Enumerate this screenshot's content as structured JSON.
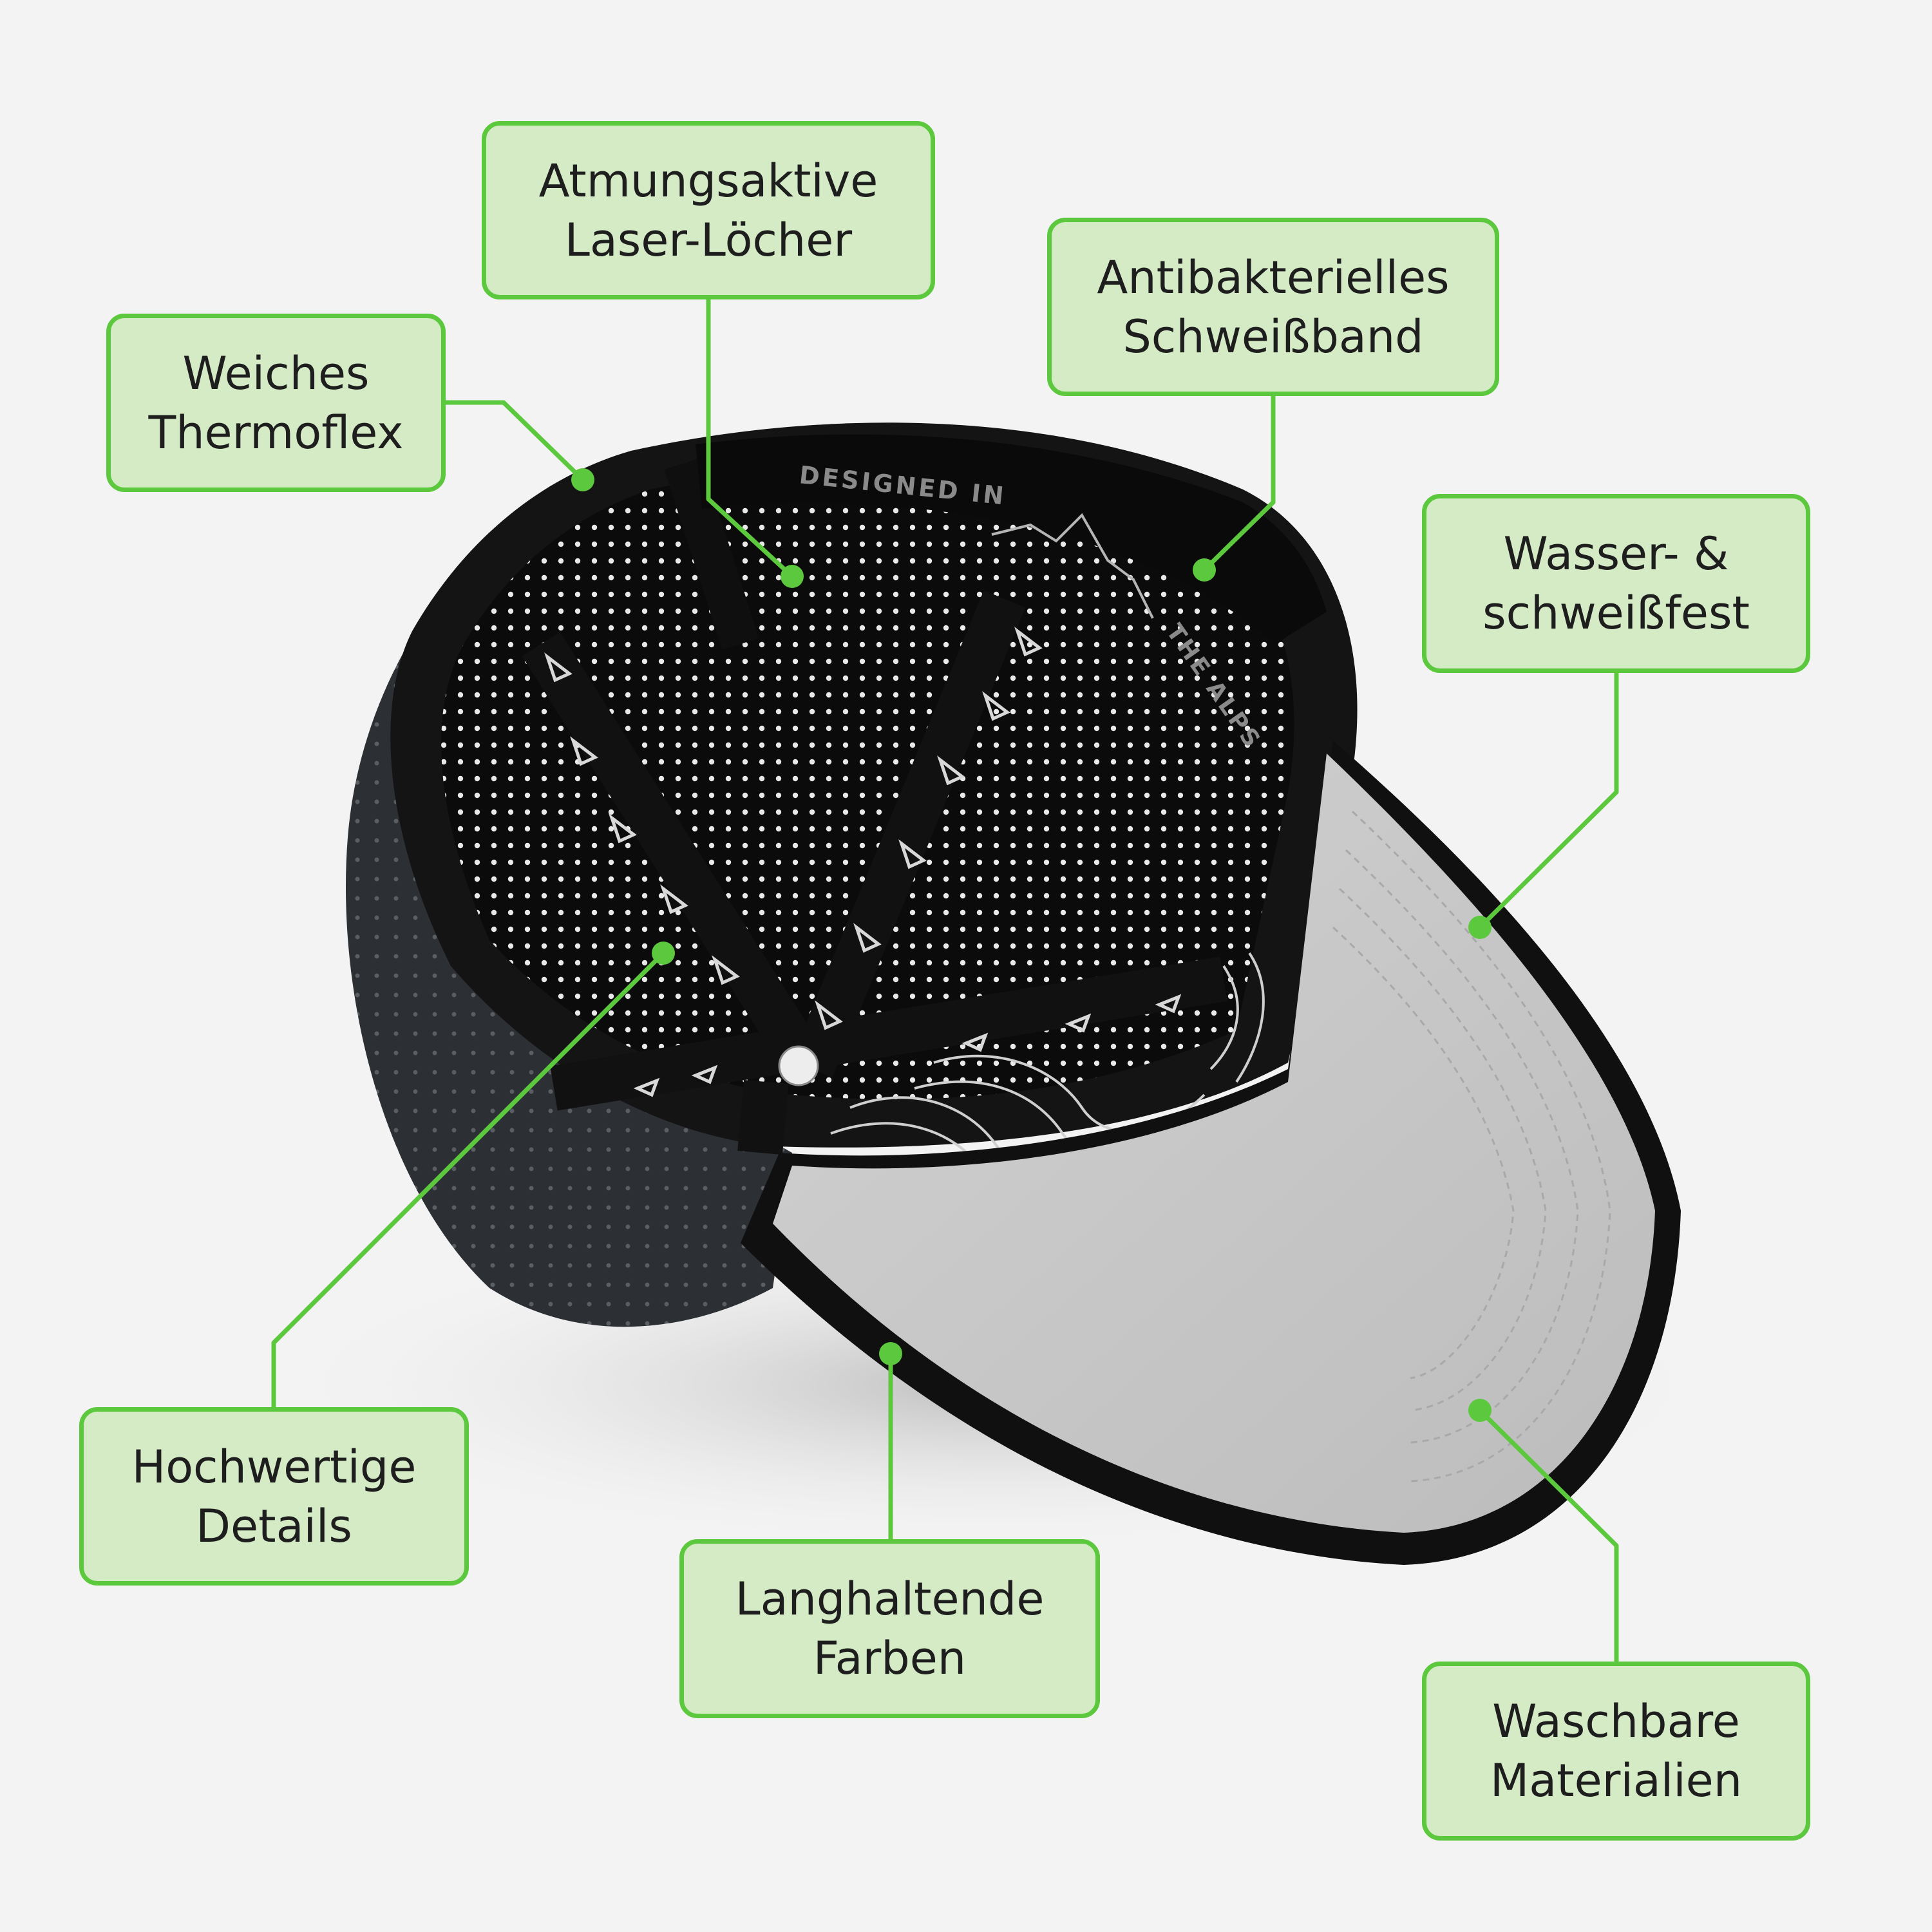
{
  "colors": {
    "background": "#f3f3f3",
    "callout_fill": "#d4ebc6",
    "callout_border": "#5cc83d",
    "leader_line": "#5cc83d",
    "cap_body": "#2a2d31",
    "cap_inner": "#101010",
    "brim_underside": "#c9c9c9"
  },
  "cap_print": {
    "line1": "DESIGNED IN",
    "line2": "THE ALPS"
  },
  "callouts": [
    {
      "id": "atmungsaktive",
      "text": "Atmungsaktive\nLaser-Löcher"
    },
    {
      "id": "antibakterielles",
      "text": "Antibakterielles\nSchweißband"
    },
    {
      "id": "weiches",
      "text": "Weiches\nThermoflex"
    },
    {
      "id": "wasser",
      "text": "Wasser- &\nschweißfest"
    },
    {
      "id": "hochwertige",
      "text": "Hochwertige\nDetails"
    },
    {
      "id": "langhaltende",
      "text": "Langhaltende\nFarben"
    },
    {
      "id": "waschbare",
      "text": "Waschbare\nMaterialien"
    }
  ]
}
